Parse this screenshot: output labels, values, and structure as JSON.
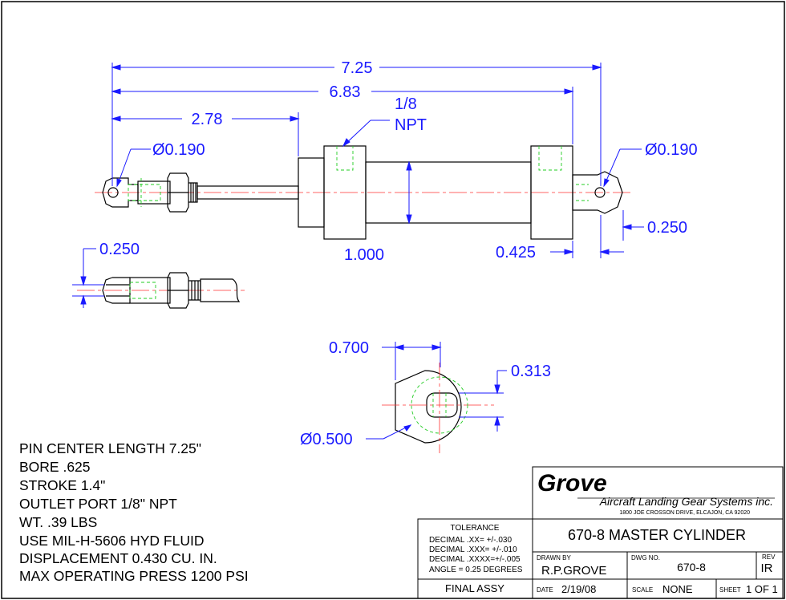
{
  "dimensions": {
    "overall_length": "7.25",
    "body_length": "6.83",
    "rod_end_length": "2.78",
    "outlet_port_line1": "1/8",
    "outlet_port_line2": "NPT",
    "left_hole_dia": "Ø0.190",
    "right_hole_dia": "Ø0.190",
    "right_tab_thickness": "0.250",
    "body_diameter": "1.000",
    "right_tab_length": "0.425",
    "clevis_slot_width": "0.250",
    "rod_end_width": "0.700",
    "slot_width": "0.313",
    "rod_end_dia": "Ø0.500"
  },
  "specs": [
    "PIN CENTER LENGTH 7.25\"",
    "BORE .625",
    "STROKE 1.4\"",
    "OUTLET PORT 1/8\" NPT",
    "WT. .39 LBS",
    "USE MIL-H-5606 HYD FLUID",
    "DISPLACEMENT 0.430 CU. IN.",
    "MAX OPERATING PRESS 1200 PSI"
  ],
  "title_block": {
    "company_logo": "Grove",
    "company_name": "Aircraft Landing Gear Systems inc.",
    "address": "1800 JOE CROSSON DRIVE, ELCAJON, CA 92020",
    "tolerance_header": "TOLERANCE",
    "tolerances": [
      "DECIMAL  .XX=  +/-.030",
      "DECIMAL  .XXX= +/-.010",
      "DECIMAL  .XXXX=+/-.005",
      "ANGLE = 0.25 DEGREES"
    ],
    "title": "670-8 MASTER CYLINDER",
    "drawn_by_label": "DRAWN  BY",
    "drawn_by": "R.P.GROVE",
    "dwg_no_label": "DWG  NO.",
    "dwg_no": "670-8",
    "rev_label": "REV",
    "rev": "IR",
    "final_assy": "FINAL ASSY",
    "date_label": "DATE",
    "date": "2/19/08",
    "scale_label": "SCALE",
    "scale": "NONE",
    "sheet_label": "SHEET",
    "sheet": "1 OF 1"
  },
  "colors": {
    "dimension": "#1a1aff",
    "centerline": "#ff3333",
    "hidden": "#22cc22",
    "outline": "#000000"
  }
}
